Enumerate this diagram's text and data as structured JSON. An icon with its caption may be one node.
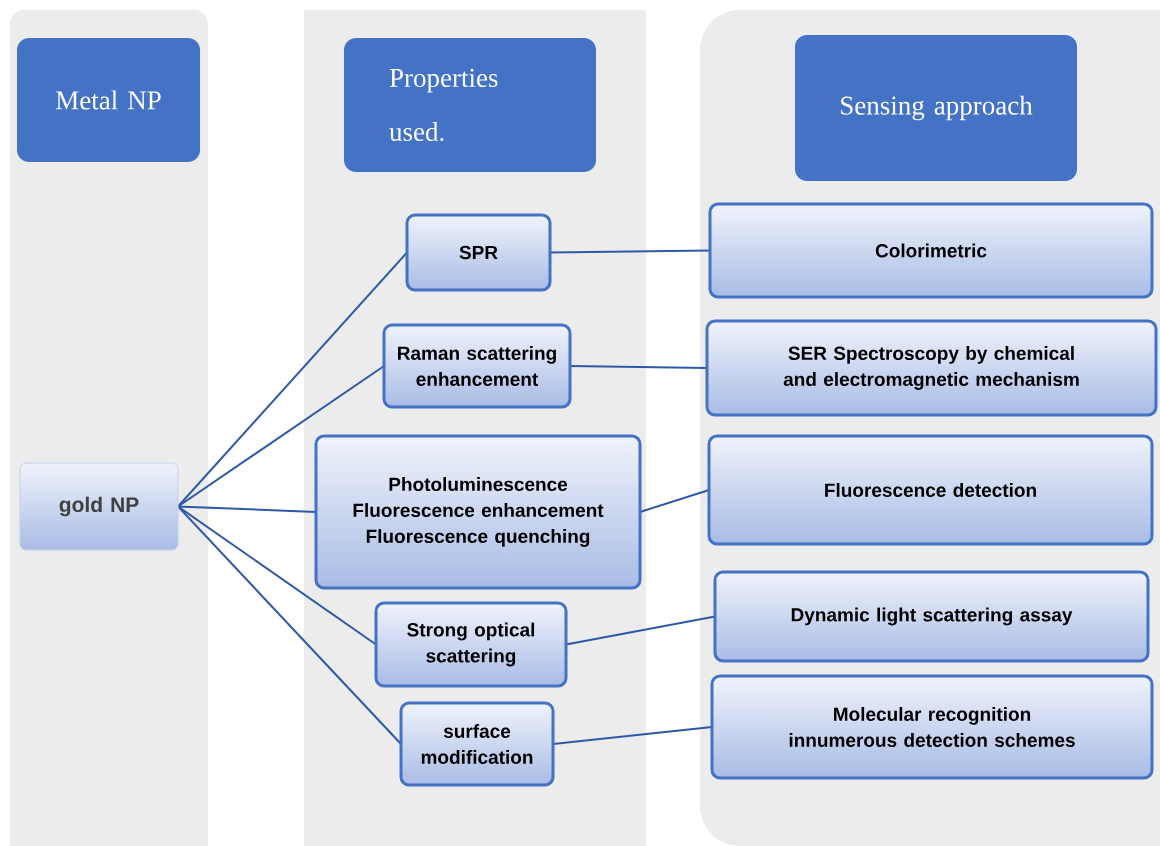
{
  "diagram": {
    "nodes": [
      {
        "text": [
          "Metal NP"
        ]
      },
      {
        "text": [
          "Properties used."
        ]
      },
      {
        "text": [
          "Sensing approach"
        ]
      },
      {
        "text": [
          "gold NP"
        ]
      },
      {
        "text": [
          "SPR"
        ]
      },
      {
        "text": [
          "Raman scattering enhancement"
        ]
      },
      {
        "text": [
          "Photoluminescence",
          "Fluorescence enhancement",
          "Fluorescence quenching"
        ]
      },
      {
        "text": [
          "Strong optical scattering"
        ]
      },
      {
        "text": [
          "surface modification"
        ]
      },
      {
        "text": [
          "Colorimetric"
        ]
      },
      {
        "text": [
          "SER Spectroscopy by chemical and electromagnetic mechanism"
        ]
      },
      {
        "text": [
          "Fluorescence detection"
        ]
      },
      {
        "text": [
          "Dynamic light scattering assay"
        ]
      },
      {
        "text": [
          "Molecular recognition innumerous detection schemes"
        ]
      }
    ],
    "edges": [
      {
        "from": 3,
        "to": 4,
        "arrow": "none"
      },
      {
        "from": 3,
        "to": 5,
        "arrow": "none"
      },
      {
        "from": 3,
        "to": 6,
        "arrow": "none"
      },
      {
        "from": 3,
        "to": 7,
        "arrow": "none"
      },
      {
        "from": 3,
        "to": 8,
        "arrow": "none"
      },
      {
        "from": 4,
        "to": 9,
        "arrow": "none"
      },
      {
        "from": 5,
        "to": 10,
        "arrow": "none"
      },
      {
        "from": 6,
        "to": 11,
        "arrow": "none"
      },
      {
        "from": 7,
        "to": 12,
        "arrow": "none"
      },
      {
        "from": 8,
        "to": 13,
        "arrow": "none"
      }
    ]
  }
}
